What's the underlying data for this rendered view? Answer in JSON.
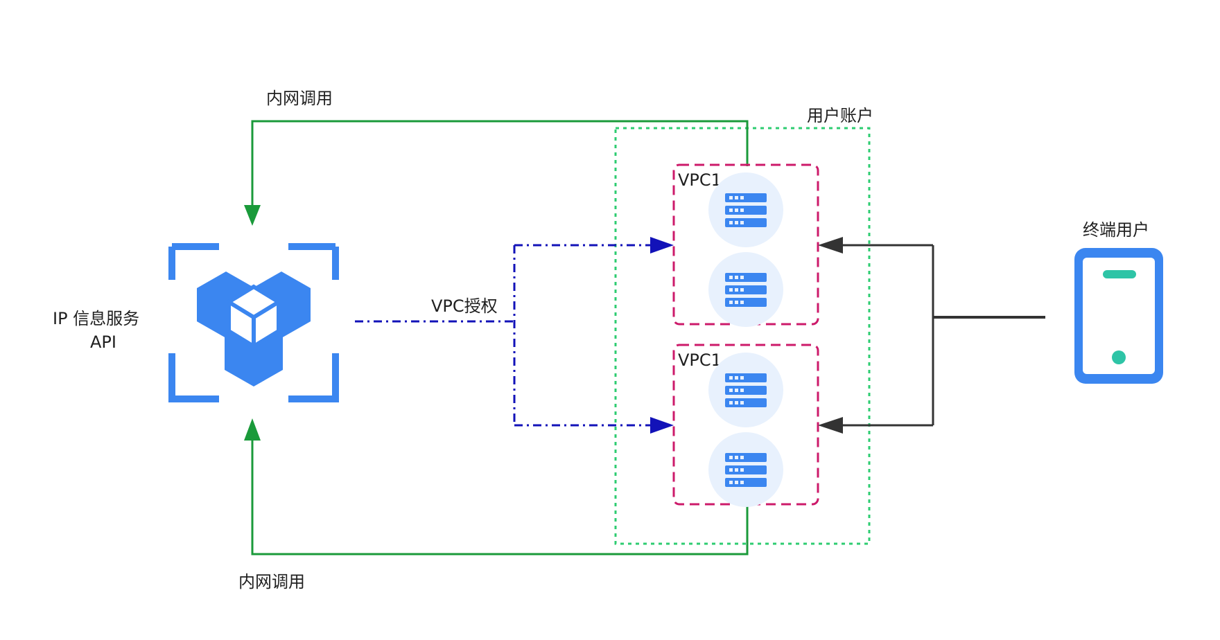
{
  "labels": {
    "api_line1": "IP 信息服务",
    "api_line2": "API",
    "internal_call_top": "内网调用",
    "internal_call_bottom": "内网调用",
    "vpc_auth": "VPC授权",
    "user_account": "用户账户",
    "vpc_top": "VPC1",
    "vpc_bottom": "VPC1",
    "end_user": "终端用户"
  },
  "icons": {
    "api": "cube-cluster-icon",
    "server": "server-icon",
    "end_user": "mobile-phone-icon"
  },
  "colors": {
    "internal_call_line": "#1a9a3a",
    "vpc_auth_line": "#1212b8",
    "user_account_border": "#2ecc71",
    "vpc_border": "#cc1a6a",
    "end_user_line": "#333333",
    "api_icon": "#3b86f0",
    "server_bg": "#e8f1fd",
    "phone_frame": "#3b86f0",
    "phone_accent": "#2ec4a6"
  }
}
